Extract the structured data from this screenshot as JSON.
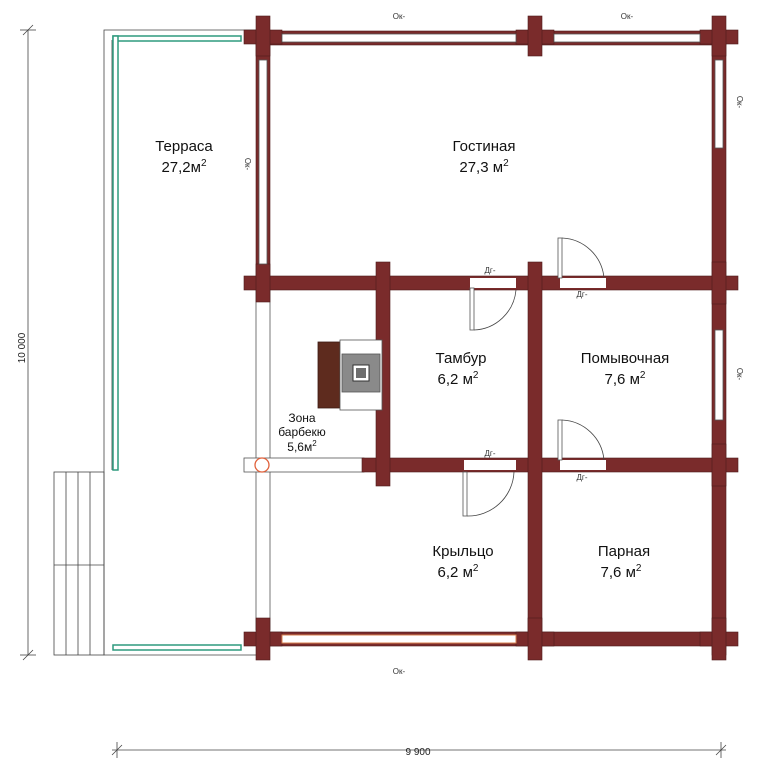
{
  "rooms": {
    "terrace": {
      "name": "Терраса",
      "area": "27,2м",
      "sup": "2"
    },
    "living": {
      "name": "Гостиная",
      "area": "27,3 м",
      "sup": "2"
    },
    "tambur": {
      "name": "Тамбур",
      "area": "6,2 м",
      "sup": "2"
    },
    "wash": {
      "name": "Помывочная",
      "area": "7,6 м",
      "sup": "2"
    },
    "bbq": {
      "line1": "Зона",
      "line2": "барбекю",
      "area": "5,6м",
      "sup": "2"
    },
    "porch": {
      "name": "Крыльцо",
      "area": "6,2 м",
      "sup": "2"
    },
    "sauna": {
      "name": "Парная",
      "area": "7,6 м",
      "sup": "2"
    }
  },
  "labels": {
    "window": "Ок-",
    "door": "Дг-"
  },
  "dimensions": {
    "height": "10 000",
    "width": "9 900"
  },
  "colors": {
    "wall": "#7a2b2b",
    "railing": "#2e9a7e",
    "hearth": "#5e2b1e",
    "stove": "#8a8a8a"
  }
}
